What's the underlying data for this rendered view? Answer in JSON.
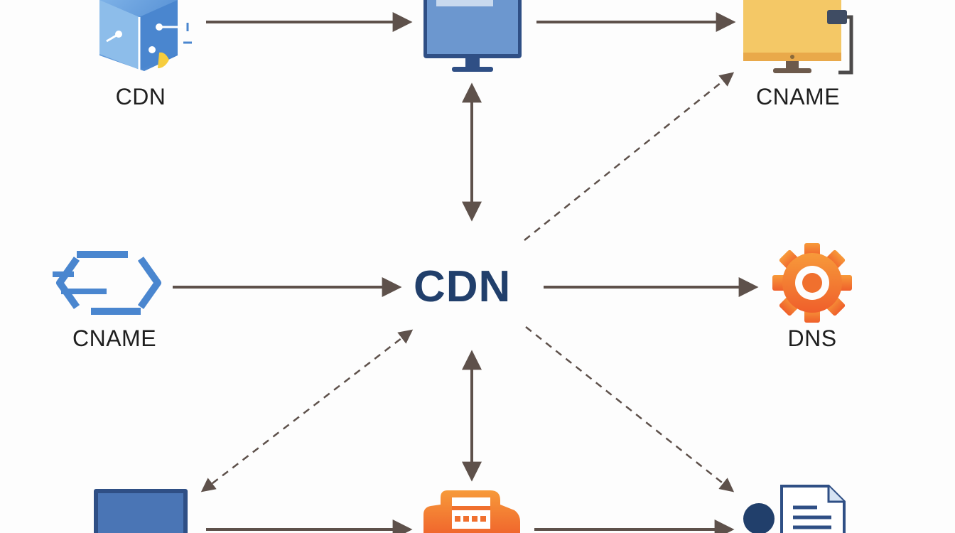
{
  "nodes": {
    "top_left": {
      "label": "CDN",
      "icon": "cube-network-icon"
    },
    "top_center": {
      "label": "",
      "icon": "monitor-icon"
    },
    "top_right": {
      "label": "CNAME",
      "icon": "desktop-monitor-icon"
    },
    "middle_left": {
      "label": "CNAME",
      "icon": "link-brackets-icon"
    },
    "center": {
      "label": "CDN"
    },
    "middle_right": {
      "label": "DNS",
      "icon": "gear-icon"
    },
    "bottom_left": {
      "label": "",
      "icon": "laptop-screen-icon"
    },
    "bottom_center": {
      "label": "",
      "icon": "server-file-icon"
    },
    "bottom_right": {
      "label": "",
      "icon": "user-document-icon"
    }
  },
  "colors": {
    "arrow": "#5e514b",
    "center_text": "#213f6b",
    "blue_icon": "#4a86cf",
    "orange_icon": "#f0702e",
    "yellow_icon": "#f4c866"
  }
}
